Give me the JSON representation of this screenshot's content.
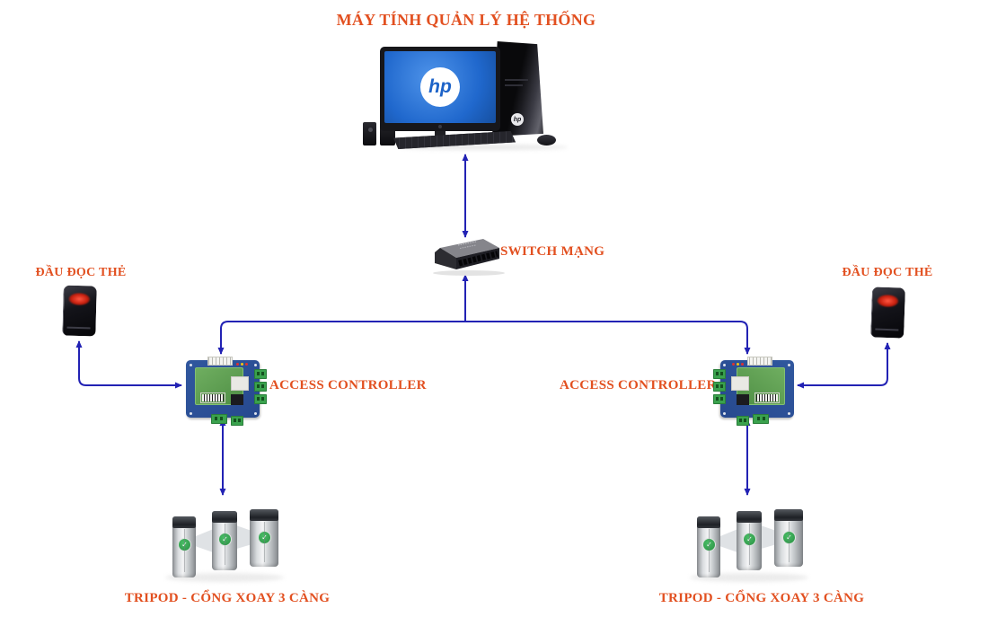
{
  "title": {
    "text": "MÁY TÍNH QUẢN LÝ HỆ THỐNG"
  },
  "computer": {
    "brand_logo": "hp"
  },
  "switch": {
    "label": "SWITCH MẠNG"
  },
  "readers": {
    "left": {
      "label": "ĐẦU ĐỌC THẺ"
    },
    "right": {
      "label": "ĐẦU ĐỌC THẺ"
    }
  },
  "controllers": {
    "left": {
      "label": "ACCESS CONTROLLER"
    },
    "right": {
      "label": "ACCESS CONTROLLER"
    }
  },
  "turnstiles": {
    "left": {
      "label": "TRIPOD - CỔNG XOAY 3 CÀNG",
      "badge_glyph": "✓"
    },
    "right": {
      "label": "TRIPOD - CỔNG XOAY 3 CÀNG",
      "badge_glyph": "✓"
    }
  },
  "colors": {
    "label_text": "#e25020",
    "connector": "#2222b4",
    "background": "#ffffff",
    "screen_blue": "#2068cd",
    "pcb_blue": "#2b50a0",
    "pcb_green": "#5f9e52",
    "terminal_green": "#3aa24d",
    "badge_green": "#2f9e4a",
    "reader_glow_red": "#d42a1e"
  },
  "connections": [
    {
      "from": "management-computer",
      "to": "network-switch",
      "style": "double-arrow"
    },
    {
      "from": "network-switch",
      "to": "access-controller-left",
      "style": "arrow"
    },
    {
      "from": "network-switch",
      "to": "access-controller-right",
      "style": "arrow"
    },
    {
      "from": "access-controller-left",
      "to": "card-reader-left",
      "style": "double-arrow"
    },
    {
      "from": "access-controller-right",
      "to": "card-reader-right",
      "style": "double-arrow"
    },
    {
      "from": "access-controller-left",
      "to": "turnstile-left",
      "style": "double-arrow"
    },
    {
      "from": "access-controller-right",
      "to": "turnstile-right",
      "style": "double-arrow"
    }
  ]
}
